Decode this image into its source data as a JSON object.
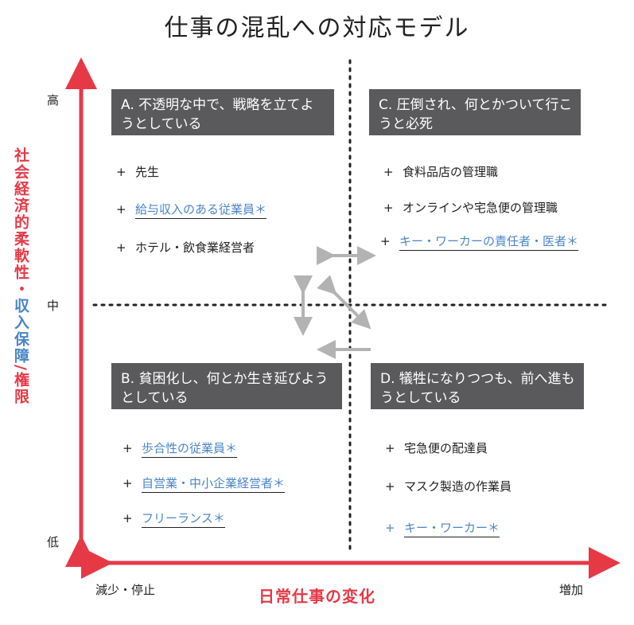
{
  "title": "仕事の混乱への対応モデル",
  "colors": {
    "red": "#e63946",
    "blue": "#4a86c8",
    "box": "#5a5a5c",
    "arrow": "#b3b3b3",
    "text": "#222222"
  },
  "y_axis": {
    "label_red_1": "社会経済的柔軟性・",
    "label_blue": "収入保障",
    "label_red_2": "/権限",
    "ticks": {
      "high": "高",
      "mid": "中",
      "low": "低"
    }
  },
  "x_axis": {
    "label": "日常仕事の変化",
    "left_label": "減少・停止",
    "right_label": "増加"
  },
  "quadrants": {
    "a": {
      "title": "A. 不透明な中で、戦略を立てようとしている",
      "items": [
        {
          "plus": "+",
          "text": "先生",
          "linked": false
        },
        {
          "plus": "+",
          "text": "給与収入のある従業員＊",
          "linked": true
        },
        {
          "plus": "+",
          "text": "ホテル・飲食業経営者",
          "linked": false
        }
      ]
    },
    "b": {
      "title": "B. 貧困化し、何とか生き延びようとしている",
      "items": [
        {
          "plus": "+",
          "text": "歩合性の従業員＊",
          "linked": true
        },
        {
          "plus": "+",
          "text": "自営業・中小企業経営者＊",
          "linked": true
        },
        {
          "plus": "+",
          "text": "フリーランス＊",
          "linked": true
        }
      ]
    },
    "c": {
      "title": "C. 圧倒され、何とかついて行こうと必死",
      "items": [
        {
          "plus": "+",
          "text": "食料品店の管理職",
          "linked": false
        },
        {
          "plus": "+",
          "text": "オンラインや宅急便の管理職",
          "linked": false
        },
        {
          "plus": "+",
          "text": "キー・ワーカーの責任者・医者＊",
          "linked": true
        }
      ]
    },
    "d": {
      "title": "D. 犠牲になりつつも、前へ進もうとしている",
      "items": [
        {
          "plus": "+",
          "text": "宅急便の配達員",
          "linked": false
        },
        {
          "plus": "+",
          "text": "マスク製造の作業員",
          "linked": false
        },
        {
          "plus": "+",
          "text": "キー・ワーカー＊",
          "linked": true
        }
      ]
    }
  }
}
